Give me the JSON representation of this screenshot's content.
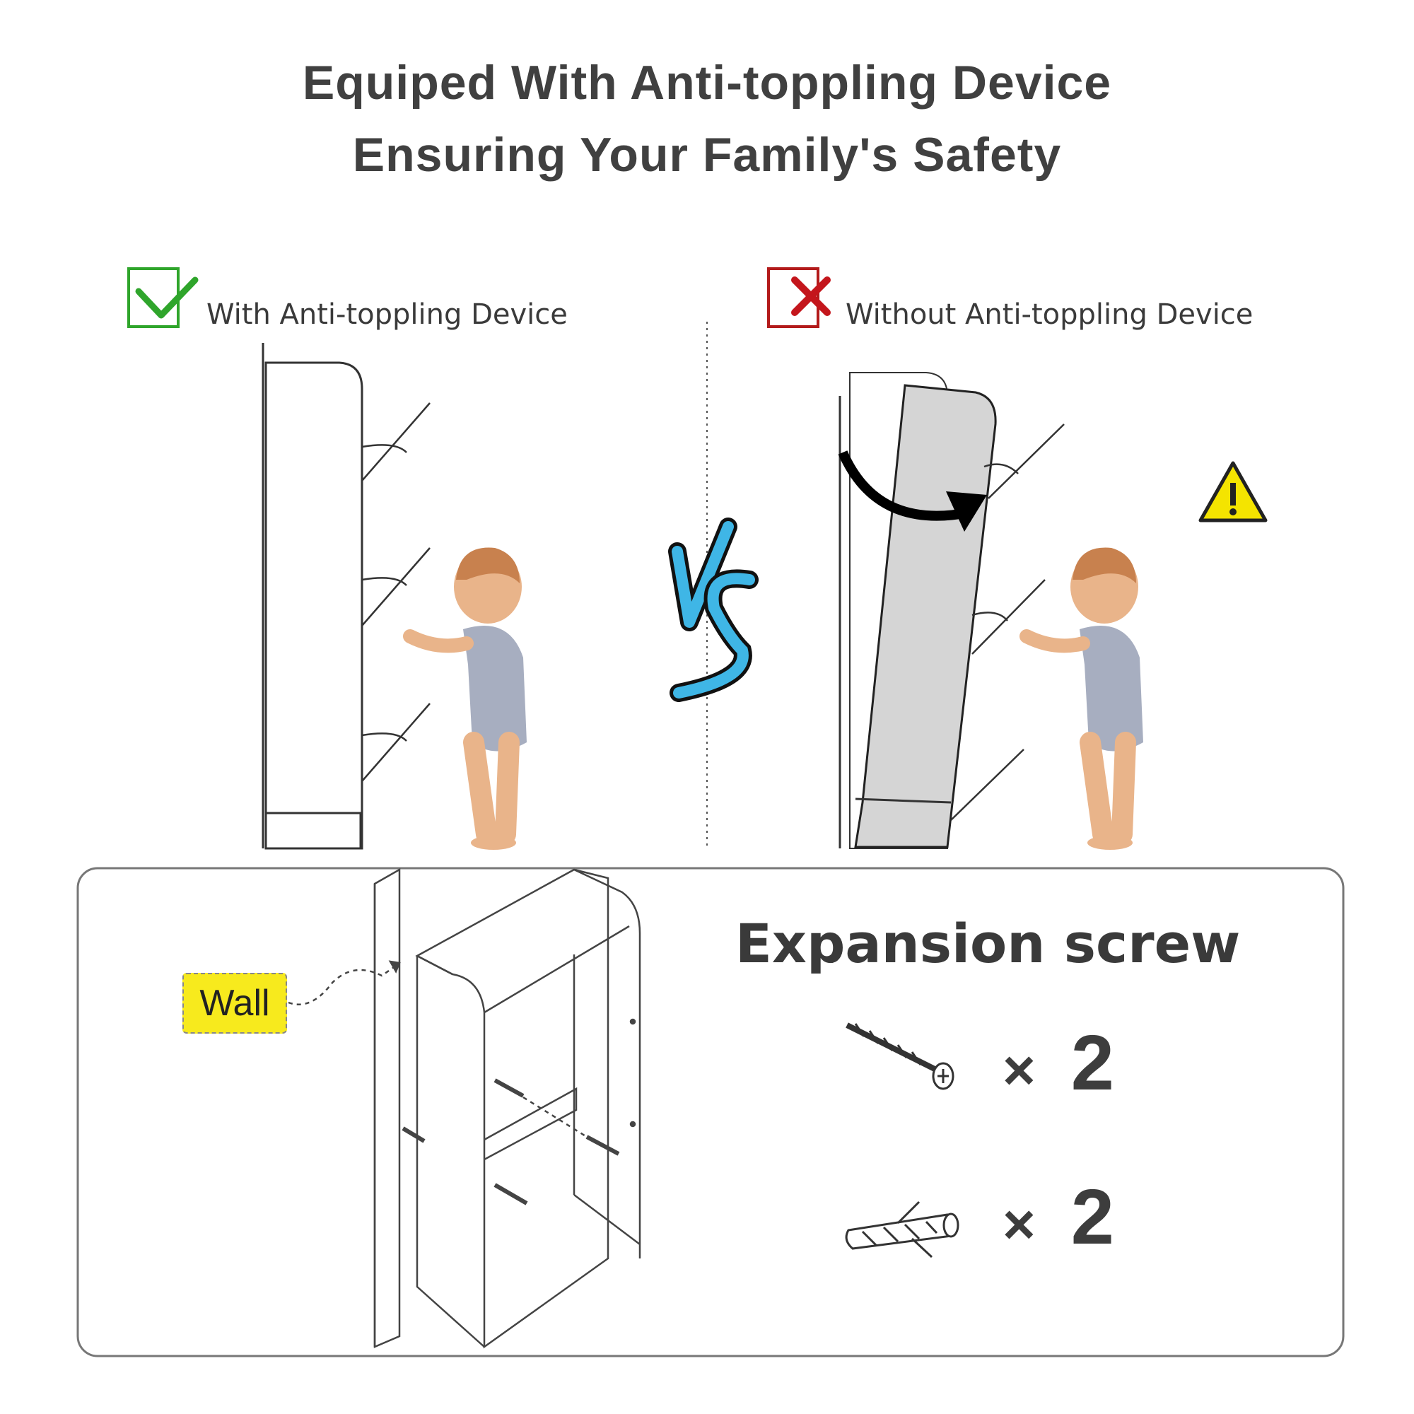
{
  "header": {
    "line1": "Equiped With Anti-toppling Device",
    "line2": "Ensuring Your Family's Safety"
  },
  "comparison": {
    "with_label": "With Anti-toppling Device",
    "without_label": "Without Anti-toppling Device",
    "with_icon": "check-icon",
    "without_icon": "cross-icon",
    "vs_badge": "VS",
    "warning_icon": "warning-icon"
  },
  "install": {
    "wall_label": "Wall",
    "title": "Expansion screw",
    "items": [
      {
        "icon": "screw-icon",
        "times": "×",
        "count": "2"
      },
      {
        "icon": "expansion-anchor-icon",
        "times": "×",
        "count": "2"
      }
    ]
  },
  "colors": {
    "check": "#2fa52b",
    "cross": "#c4161c",
    "vs": "#3fb6e6",
    "warning": "#f4e400",
    "wall_tag": "#f7ea1d",
    "text": "#404040"
  }
}
